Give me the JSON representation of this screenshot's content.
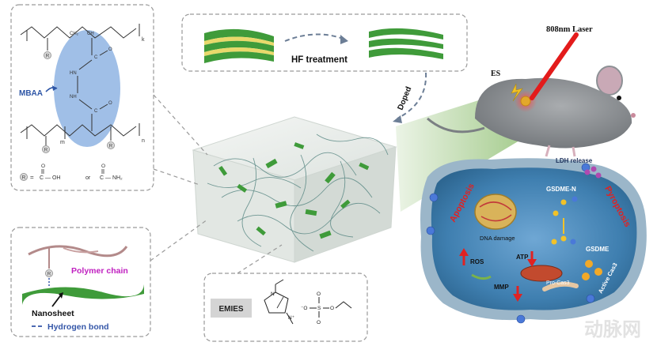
{
  "panels": {
    "structure": {
      "sub_k": "k",
      "sub_m": "m",
      "sub_n": "n",
      "ch2": "CH₂",
      "ch": "CH",
      "c": "C",
      "o": "O",
      "hn": "HN",
      "nh": "NH",
      "r": "R",
      "mbaa": "MBAA",
      "r_def": {
        "r": "R",
        "equals": "=",
        "group1": "C — OH",
        "or": "or",
        "group2": "C — NH₂",
        "o": "O"
      }
    },
    "hf": {
      "label": "HF treatment"
    },
    "doped": "Doped",
    "interaction": {
      "polymer_chain": "Polymer chain",
      "nanosheet": "Nanosheet",
      "hydrogen_bond": "Hydrogen bond",
      "r": "R"
    },
    "emies": {
      "label": "EMIES",
      "n_plus": "N⁺",
      "n": "N",
      "o": "O",
      "s": "S",
      "o_minus": "⁻O"
    }
  },
  "mouse": {
    "laser": "808nm Laser",
    "es": "ES"
  },
  "cell": {
    "ldh": "LDH release",
    "gsdme_n": "GSDME-N",
    "pyroptosis": "Pyroptosis",
    "apoptosis": "Apoptosis",
    "dna_damage": "DNA damage",
    "gsdme": "GSDME",
    "ros": "ROS",
    "atp": "ATP",
    "mmp": "MMP",
    "pro_cas3": "Pro-Cas3",
    "active_cas3": "Active Cas3"
  },
  "watermark": "动脉网",
  "colors": {
    "mbaa_ellipse": "#8fb4e3",
    "nanosheet": "#3f9b3a",
    "polymer": "#b38a8a",
    "hydrogen_bond": "#3456a8",
    "polymer_label": "#c020c0",
    "cell_fill": "#3f7fb0",
    "cell_membrane": "#9bb6c9",
    "laser": "#e31b1b",
    "pyroptosis_label": "#e02222",
    "apoptosis_label": "#e02222"
  }
}
